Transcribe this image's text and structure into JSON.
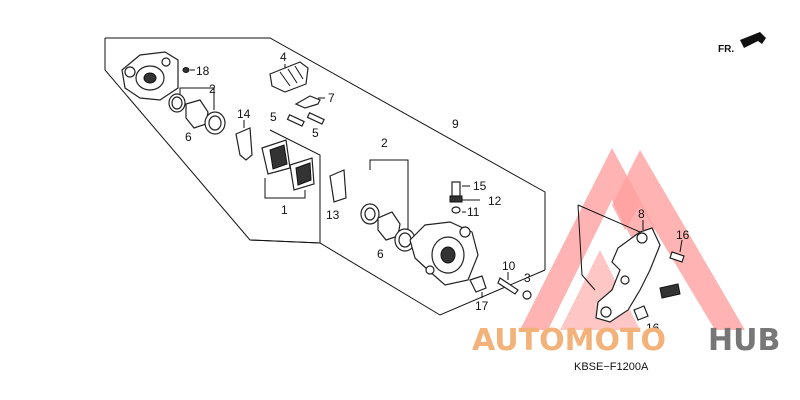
{
  "diagram": {
    "orientation_label": "FR.",
    "diagram_code": "KBSE−F1200A",
    "watermark": {
      "part1": "AUTOMOTO",
      "part2": "HUB",
      "color1": "#f3b27a",
      "color2": "#777777",
      "triangle_color": "#ff8080"
    },
    "callouts": {
      "c18": "18",
      "c2a": "2",
      "c6a": "6",
      "c14": "14",
      "c4": "4",
      "c7": "7",
      "c5a": "5",
      "c5b": "5",
      "c9": "9",
      "c1": "1",
      "c2b": "2",
      "c15": "15",
      "c12": "12",
      "c11": "11",
      "c13": "13",
      "c6b": "6",
      "c10": "10",
      "c3": "3",
      "c17": "17",
      "c8": "8",
      "c16a": "16",
      "c16b": "16"
    }
  }
}
